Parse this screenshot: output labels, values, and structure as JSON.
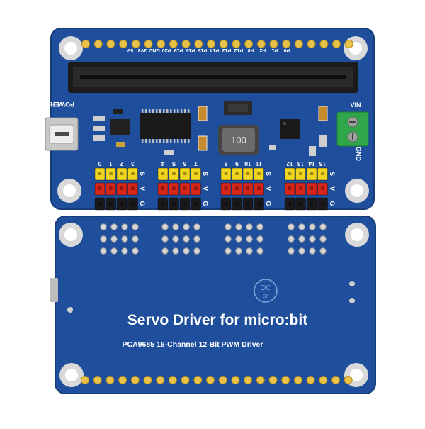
{
  "front_board": {
    "top_pin_labels": [
      "5V",
      "3V3",
      "GND",
      "P20",
      "P19",
      "P16",
      "P15",
      "P14",
      "P13",
      "P12",
      "P8",
      "P2",
      "P1",
      "P0"
    ],
    "power_label": "POWER",
    "inductor_marking": "100",
    "vin_label": "VIN",
    "gnd_label": "GND",
    "channel_numbers": [
      "0",
      "1",
      "2",
      "3",
      "4",
      "5",
      "6",
      "7",
      "8",
      "9",
      "10",
      "11",
      "12",
      "13",
      "14",
      "15"
    ],
    "row_labels": [
      "S",
      "V",
      "G"
    ],
    "colors": {
      "pcb": "#1f4f9c",
      "pcb_edge": "#163c7a",
      "signal_header": "#f2d51e",
      "vcc_header": "#d8251a",
      "gnd_header": "#1a1a1a",
      "terminal_block": "#2fa64a"
    }
  },
  "back_board": {
    "title": "Servo Driver for micro:bit",
    "subtitle": "PCA9685 16-Channel 12-Bit PWM Driver",
    "qc_stamp": "QC",
    "qc_number": "07",
    "colors": {
      "pcb": "#1f4f9c",
      "silkscreen": "#ffffff"
    }
  }
}
